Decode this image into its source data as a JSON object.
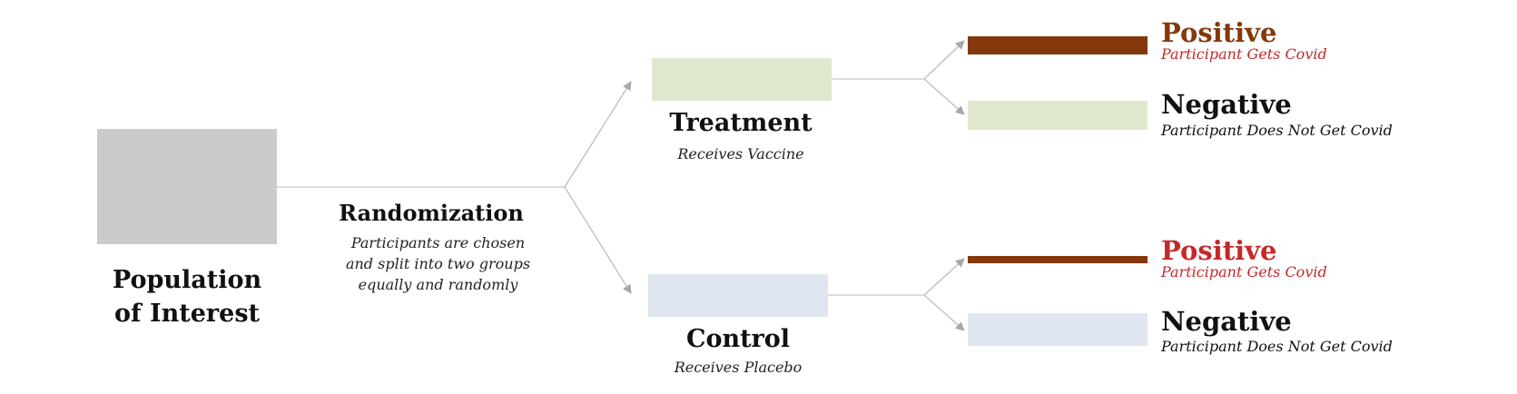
{
  "colors": {
    "population_box": "#cbcbcb",
    "treatment_box": "#dfe8cd",
    "control_box": "#dfe6ef",
    "positive_bar": "#84380b",
    "connector": "#bdbdbd",
    "arrowhead": "#a8a8a8",
    "positive_top_title": "#84380b",
    "positive_bottom_title": "#c62828",
    "positive_sub": "#c62828",
    "negative_text": "#111111"
  },
  "population": {
    "line1": "Population",
    "line2": "of Interest"
  },
  "randomization": {
    "title": "Randomization",
    "desc_line1": "Participants are chosen",
    "desc_line2": "and split into two groups",
    "desc_line3": "equally and randomly"
  },
  "treatment": {
    "title": "Treatment",
    "subtitle": "Receives Vaccine",
    "outcomes": {
      "positive_title": "Positive",
      "positive_sub": "Participant Gets Covid",
      "negative_title": "Negative",
      "negative_sub": "Participant Does Not Get Covid"
    }
  },
  "control": {
    "title": "Control",
    "subtitle": "Receives Placebo",
    "outcomes": {
      "positive_title": "Positive",
      "positive_sub": "Participant Gets Covid",
      "negative_title": "Negative",
      "negative_sub": "Participant Does Not Get Covid"
    }
  }
}
